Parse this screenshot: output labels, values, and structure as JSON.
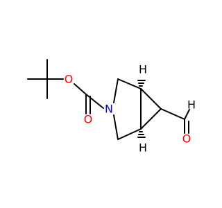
{
  "molecule": {
    "atoms": {
      "N": "N",
      "O_ether": "O",
      "O_carbonyl": "O",
      "O_aldehyde": "O",
      "H_aldehyde": "H",
      "H_stereo_top": "H",
      "H_stereo_bottom": "H"
    },
    "colors": {
      "bond": "#000000",
      "oxygen": "#ff0000",
      "nitrogen": "#0000ff",
      "hydrogen": "#000000"
    }
  }
}
